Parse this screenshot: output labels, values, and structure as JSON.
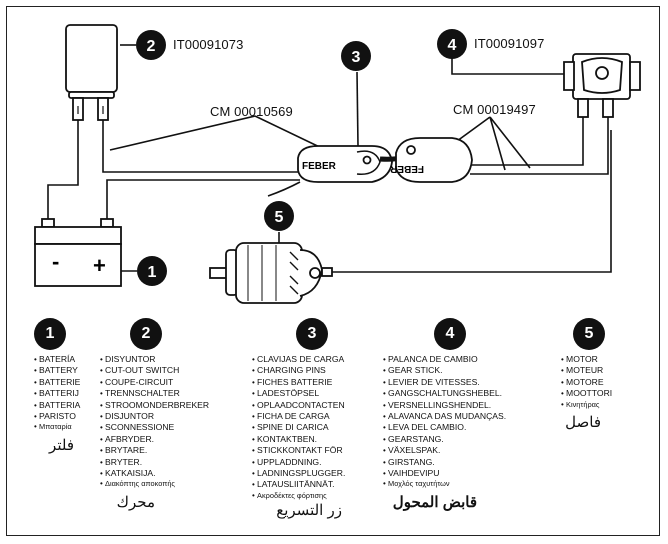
{
  "labels": {
    "circuit_breaker_code": "IT00091073",
    "switch_code": "IT00091097",
    "cable_left_code": "CM 00010569",
    "cable_right_code": "CM 00019497",
    "plug_left_brand": "FEBER",
    "plug_right_brand": "FEBER",
    "battery_minus": "-",
    "battery_plus": "+"
  },
  "markers": {
    "m1": "1",
    "m2": "2",
    "m3": "3",
    "m4": "4",
    "m5": "5"
  },
  "legend": [
    {
      "number": "1",
      "items": [
        "BATERÍA",
        "BATTERY",
        "BATTERIE",
        "BATTERIJ",
        "BATTERIA",
        "PARISTO"
      ],
      "greek": "Μπαταρία",
      "arabic": "فلتر"
    },
    {
      "number": "2",
      "items": [
        "DISYUNTOR",
        "CUT-OUT SWITCH",
        "COUPE-CIRCUIT",
        "TRENNSCHALTER",
        "STROOMONDERBREKER",
        "DISJUNTOR",
        "SCONNESSIONE",
        "AFBRYDER.",
        "BRYTARE.",
        "BRYTER.",
        "KATKAISIJA."
      ],
      "greek": "Διακόπτης αποκοπής",
      "arabic": "محرك"
    },
    {
      "number": "3",
      "items": [
        "CLAVIJAS DE CARGA",
        "CHARGING PINS",
        "FICHES BATTERIE",
        "LADESTÖPSEL",
        "OPLAADCONTACTEN",
        "FICHA DE CARGA",
        "SPINE DI CARICA",
        "KONTAKTBEN.",
        "STICKKONTAKT FÖR",
        "UPPLADDNING.",
        "LADNINGSPLUGGER.",
        "LATAUSLIITÄNNÄT."
      ],
      "greek": "Ακροδέκτες φόρτισης",
      "arabic": "زر التسريع"
    },
    {
      "number": "4",
      "items": [
        "PALANCA DE CAMBIO",
        "GEAR STICK.",
        "LEVIER DE VITESSES.",
        "GANGSCHALTUNGSHEBEL.",
        "VERSNELLINGSHENDEL.",
        "ALAVANCA DAS MUDANÇAS.",
        "LEVA DEL CAMBIO.",
        "GEARSTANG.",
        "VÄXELSPAK.",
        "GIRSTANG.",
        "VAIHDEVIPU"
      ],
      "greek": "Μοχλός ταχυτήτων",
      "arabic": "قابض المحول"
    },
    {
      "number": "5",
      "items": [
        "MOTOR",
        "MOTEUR",
        "MOTORE",
        "MOOTTORI"
      ],
      "greek": "Κινητήρας",
      "arabic": "فاصل"
    }
  ]
}
